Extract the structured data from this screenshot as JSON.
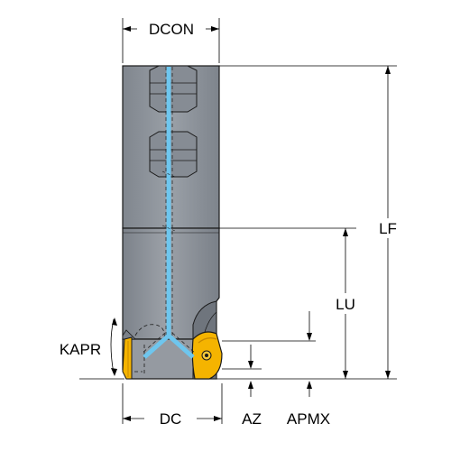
{
  "labels": {
    "dcon": "DCON",
    "lf": "LF",
    "lu": "LU",
    "kapr": "KAPR",
    "dc": "DC",
    "az": "AZ",
    "apmx": "APMX"
  },
  "colors": {
    "body": "#8a9099",
    "body_dark": "#6e747c",
    "body_light": "#a4a9b0",
    "outline": "#1a1a1a",
    "coolant": "#6ec6ee",
    "insert": "#f5b400",
    "insert_dark": "#c98a00"
  }
}
